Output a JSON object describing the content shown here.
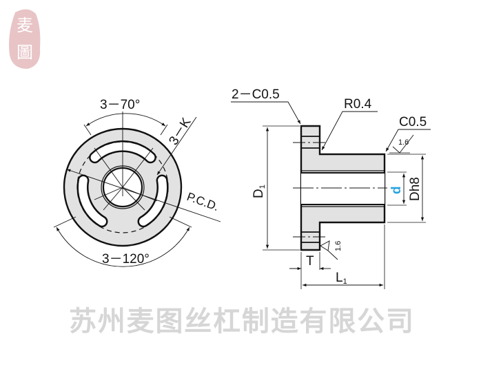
{
  "seal": {
    "char1": "麦",
    "char2": "圖",
    "color": "#e8c4c6"
  },
  "watermark": "苏州麦图丝杠制造有限公司",
  "front_view": {
    "slot_angle_label": "3－70°",
    "slot_width_label": "3－K",
    "pcd_label": "P.C.D.",
    "slot_spacing_label": "3－120°"
  },
  "side_view": {
    "flange_chamfer_label": "2－C0.5",
    "fillet_label": "R0.4",
    "end_chamfer_label": "C0.5",
    "roughness_top": "1.6",
    "roughness_flange": "1.6",
    "d1_label": "D",
    "d1_sub": "1",
    "d_label": "d",
    "dh8_label": "Dh8",
    "t_label": "T",
    "l1_label": "L",
    "l1_sub": "1",
    "d_color": "#29a3e0"
  }
}
